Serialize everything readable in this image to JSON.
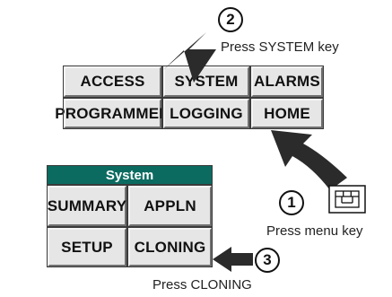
{
  "top_menu": {
    "keys": [
      [
        "ACCESS",
        "SYSTEM",
        "ALARMS"
      ],
      [
        "PROGRAMMER",
        "LOGGING",
        "HOME"
      ]
    ]
  },
  "system_panel": {
    "title": "System",
    "keys": [
      [
        "SUMMARY",
        "APPLN"
      ],
      [
        "SETUP",
        "CLONING"
      ]
    ]
  },
  "steps": [
    {
      "number": "1",
      "caption": "Press menu key"
    },
    {
      "number": "2",
      "caption": "Press SYSTEM key"
    },
    {
      "number": "3",
      "caption": "Press CLONING"
    }
  ],
  "colors": {
    "panel_title_bg": "#0b6b61",
    "key_bg": "#e6e6e6",
    "arrow": "#2b2b2b"
  },
  "icons": {
    "menu_key": "menu-key-icon",
    "arrow": "pointer-arrow-icon"
  }
}
